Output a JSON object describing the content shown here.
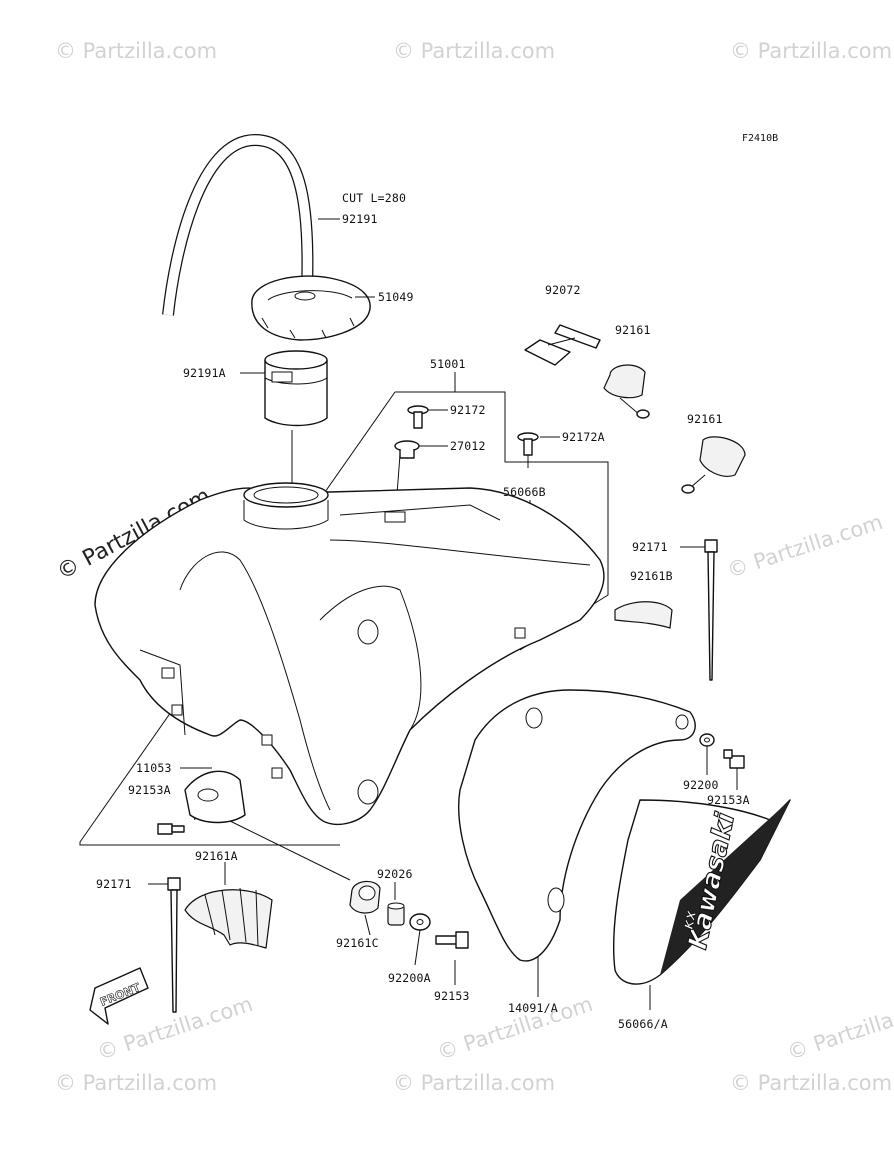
{
  "figure_code": "F2410B",
  "watermark_text": "© Partzilla.com",
  "watermark_brand": "© Partzilla.com",
  "front_arrow_label": "FRONT",
  "tank_decal": {
    "brand": "Kawasaki",
    "model": "KX"
  },
  "parts": {
    "cut_note": "CUT L=280",
    "p92191": "92191",
    "p51049": "51049",
    "p92191A": "92191A",
    "p51001": "51001",
    "p92172": "92172",
    "p27012": "27012",
    "p92172A": "92172A",
    "p56066B": "56066B",
    "p92072": "92072",
    "p92161_top": "92161",
    "p92161_mid": "92161",
    "p92171_right": "92171",
    "p92161B": "92161B",
    "p11053": "11053",
    "p92153A_left": "92153A",
    "p92200": "92200",
    "p92153A_right": "92153A",
    "p92161A": "92161A",
    "p92171_left": "92171",
    "p92026": "92026",
    "p92161C": "92161C",
    "p92200A": "92200A",
    "p92153": "92153",
    "p14091A": "14091/A",
    "p56066A": "56066/A"
  }
}
